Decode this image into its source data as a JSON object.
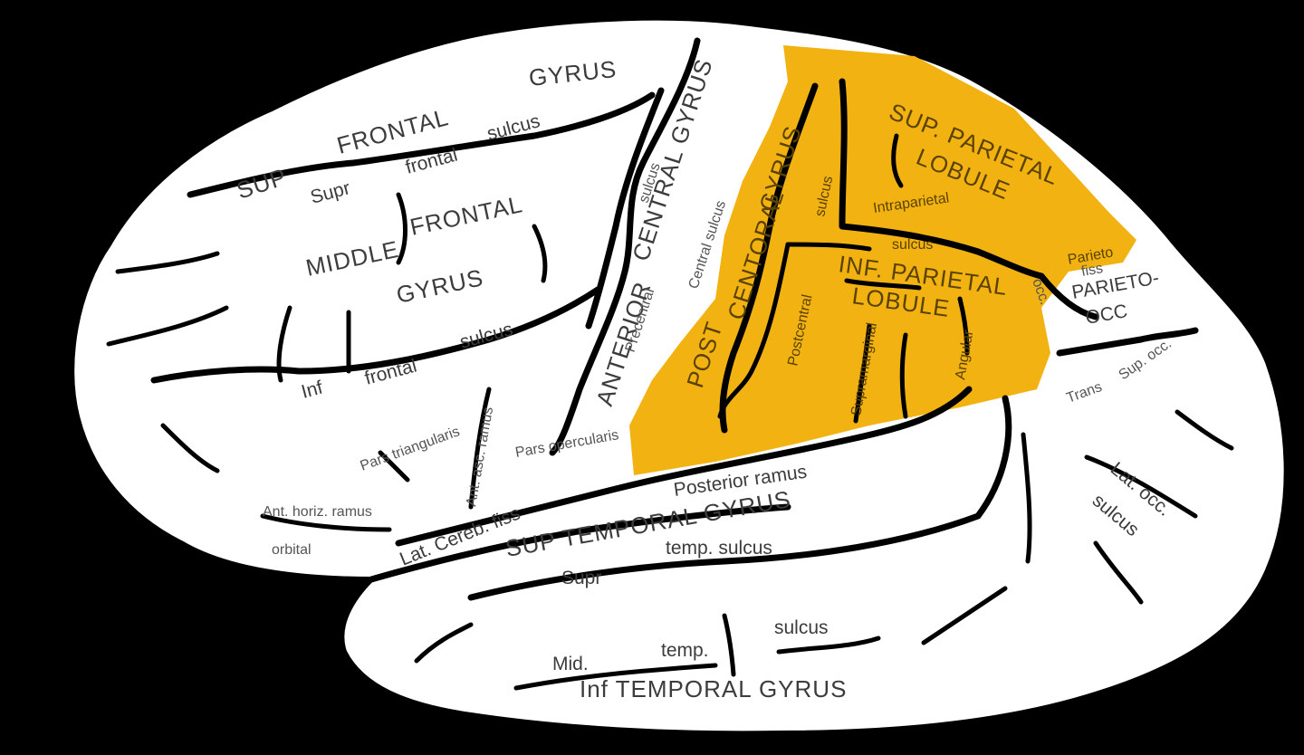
{
  "colors": {
    "background": "#000000",
    "brain": "#ffffff",
    "highlight": "#f2b211",
    "sulcus": "#000000",
    "label": "#3c3c3c"
  },
  "labels": {
    "gyrus_top": "GYRUS",
    "sup": "SUP",
    "frontal": "FRONTAL",
    "sulcus_1": "sulcus",
    "supr": "Supr",
    "frontal_lc": "frontal",
    "middle": "MIDDLE",
    "frontal_2": "FRONTAL",
    "gyrus_2": "GYRUS",
    "inf": "Inf",
    "frontal_lc2": "frontal",
    "sulcus_2": "sulcus",
    "anterior": "ANTERIOR",
    "central_gyrus": "CENTRAL GYRUS",
    "centr_sulcus": "Central sulcus",
    "precentr": "Precentral",
    "sulcus_pre": "sulcus",
    "post": "POST",
    "centoral": "CENTORAL",
    "gyrus_post": "GYRUS",
    "postcentral": "Postcentral",
    "sulcus_post": "sulcus",
    "sup_parietal": "SUP. PARIETAL",
    "lobule": "LOBULE",
    "intraparietal": "Intraparietal",
    "sulcus_ip": "sulcus",
    "inf_parietal": "INF. PARIETAL",
    "lobule_2": "LOBULE",
    "supramarginal": "Supramarginal",
    "angular": "Angular",
    "parieto": "Parieto",
    "occ": "occ.",
    "fiss": "fiss",
    "parieto_occ": "PARIETO-",
    "occ_caps": "OCC",
    "sup_occ": "Sup. occ.",
    "trans": "Trans",
    "lat_occ": "Lat. occ.",
    "sulcus_occ": "sulcus",
    "pars_triangularis": "Pars triangularis",
    "pars_opercularis": "Pars opercularis",
    "ant_horiz": "Ant. horiz. ramus",
    "ant_asc": "Ant. asc. ramus",
    "orbit": "orbital",
    "lat_cereb": "Lat. Cereb. fiss",
    "posterior_ramus": "Posterior ramus",
    "sup_temporal_gyrus": "SUP  TEMPORAL  GYRUS",
    "supr_temp": "Supr",
    "temp_sulcus": "temp. sulcus",
    "sulcus_temp": "sulcus",
    "mid": "Mid.",
    "temp_mid": "temp.",
    "inf_temporal_gyrus": "Inf  TEMPORAL  GYRUS"
  }
}
